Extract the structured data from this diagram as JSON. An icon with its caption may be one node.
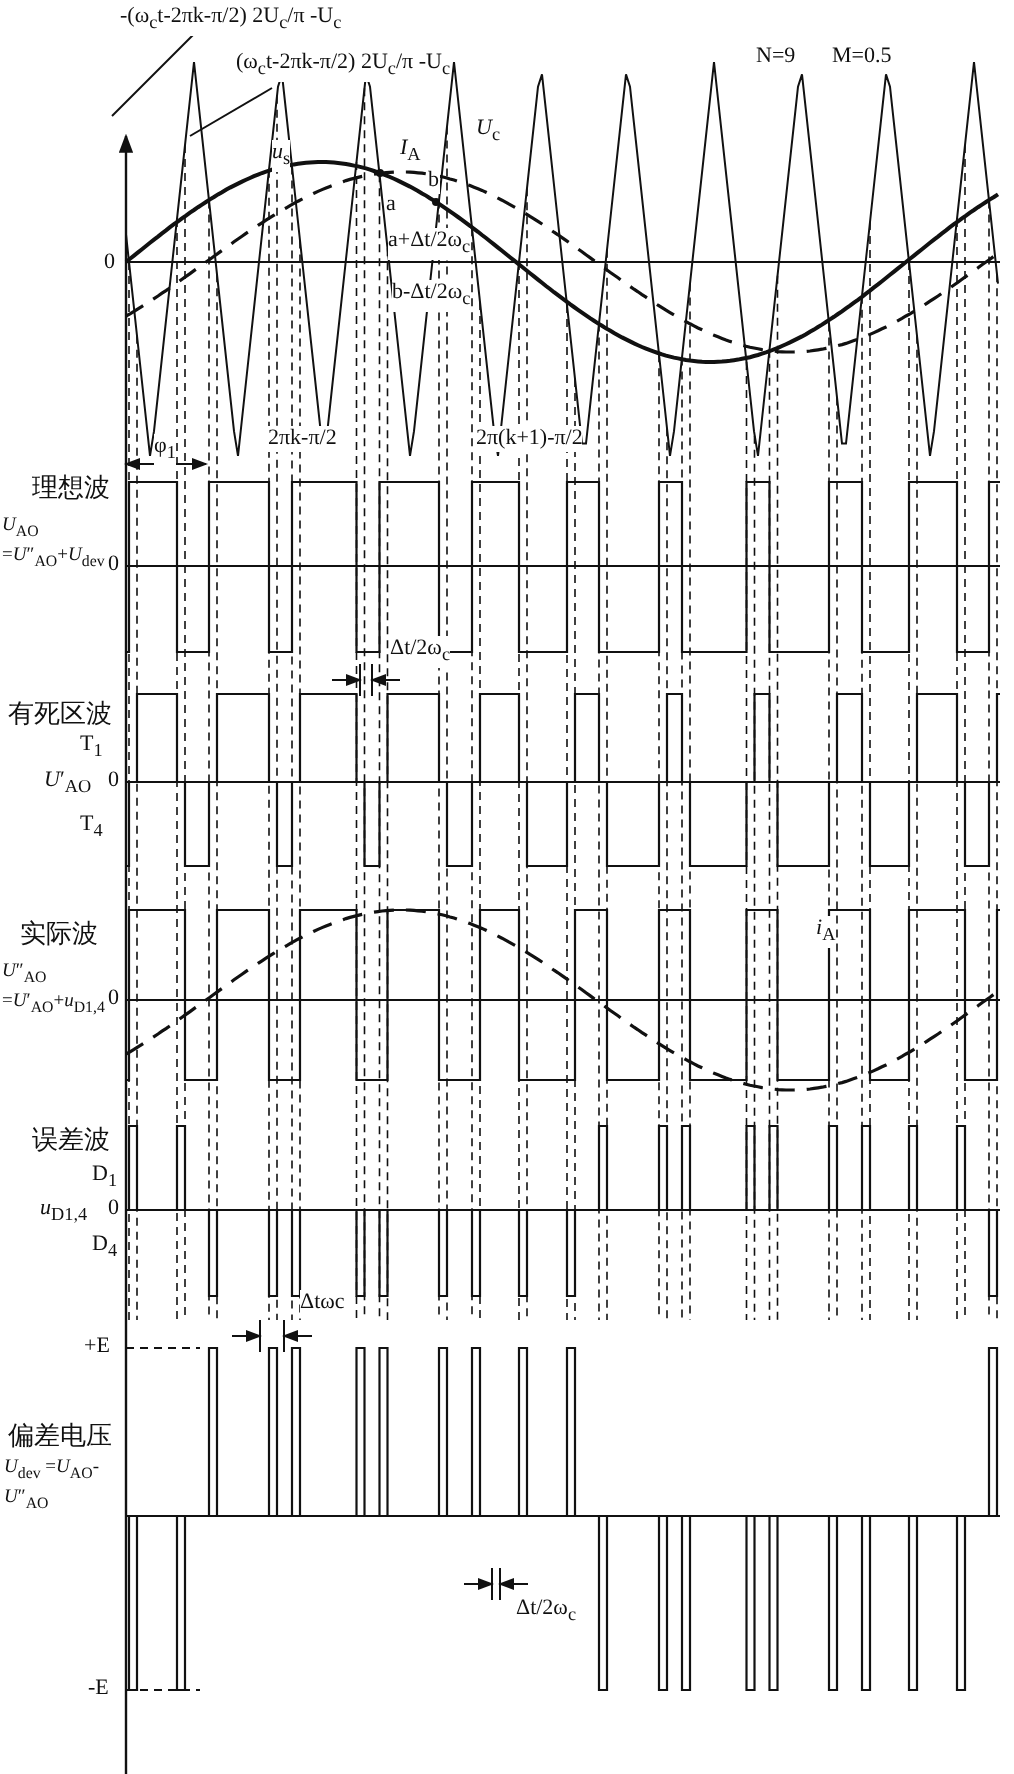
{
  "diagram": {
    "nodes": [
      {
        "text": [
          "-(ω$_{c}$t-2πk-π/2) 2U$_{c}$/π -U$_{c}$"
        ]
      },
      {
        "text": [
          "(ω$_{c}$t-2πk-π/2) 2U$_{c}$/π -U$_{c}$"
        ]
      }
    ],
    "edges": [
      {
        "from": 0,
        "to": null,
        "arrow": "none"
      },
      {
        "from": 1,
        "to": null,
        "arrow": "none"
      }
    ],
    "labels": [
      "N=9",
      "M=0.5",
      "*u*$_{s}$",
      "*I*$_{A}$",
      "*U*$_{c}$",
      "a",
      "b",
      "a+Δt/2ω$_{c}$",
      "b-Δt/2ω$_{c}$",
      "0",
      "φ$_{1}$",
      "2πk-π/2",
      "2π(k+1)-π/2",
      "理想波",
      "*U*$_{AO}$ =*U*″$_{AO}$+*U*$_{dev}$",
      "0",
      "Δt/2ω$_{c}$",
      "有死区波",
      "T$_{1}$",
      "*U*′$_{AO}$",
      "0",
      "T$_{4}$",
      "实际波",
      "*U*″$_{AO}$ =*U*′$_{AO}$+*u*$_{D1,4}$",
      "0",
      "*i*$_{A}$",
      "误差波",
      "D$_{1}$",
      "*u*$_{D1,4}$",
      "0",
      "D$_{4}$",
      "Δtωc",
      "+E",
      "偏差电压",
      "*U*$_{dev}$ =*U*$_{AO}$-*U*″$_{AO}$",
      "Δt/2ω$_{c}$",
      "-E"
    ]
  }
}
